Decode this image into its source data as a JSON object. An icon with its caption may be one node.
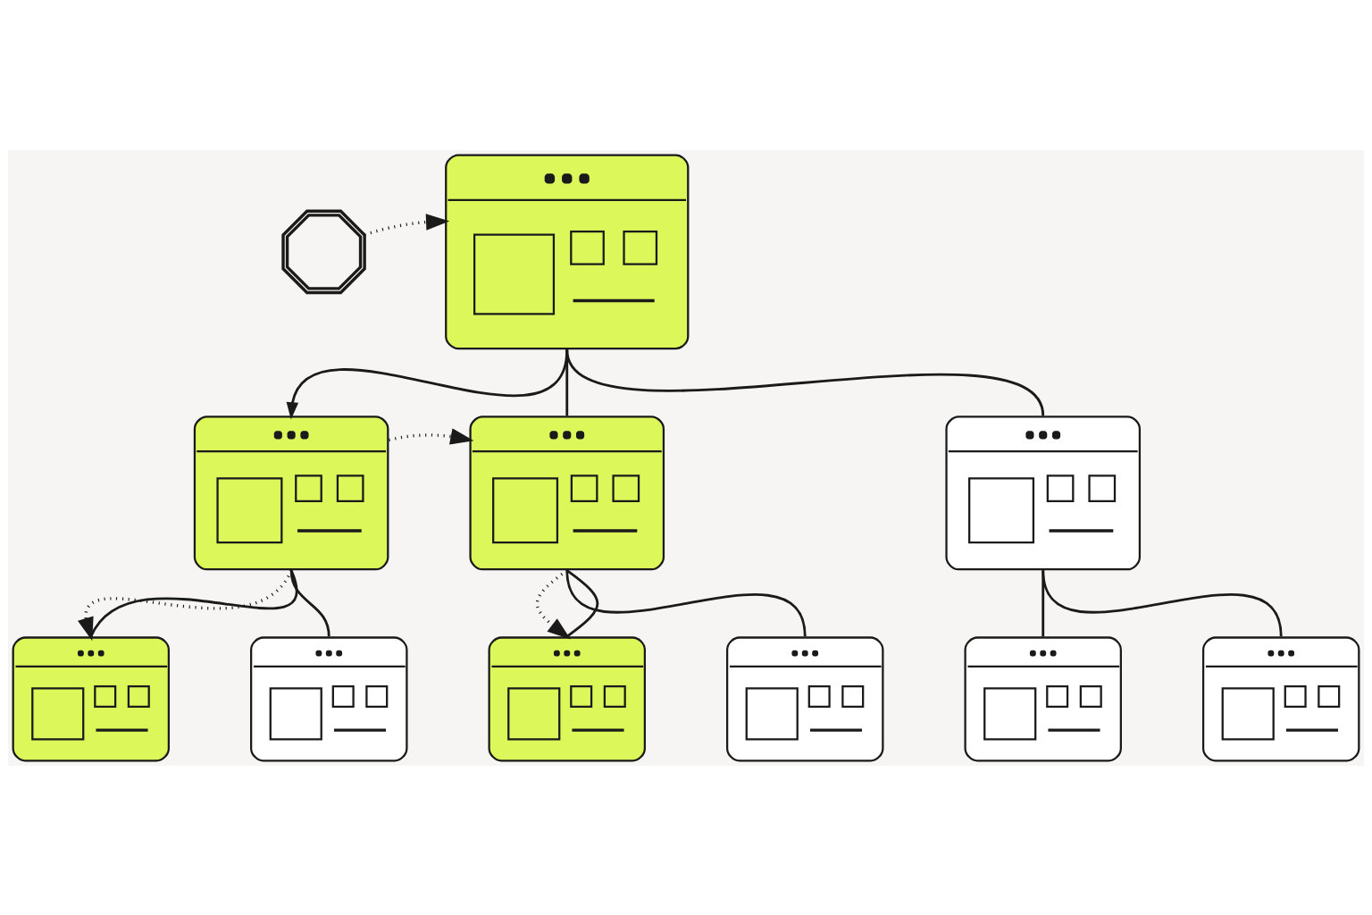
{
  "diagram": {
    "nodes": [
      {
        "text": [],
        "shape": "picture"
      },
      {
        "text": [],
        "shape": "box"
      },
      {
        "text": [],
        "shape": "box"
      },
      {
        "text": [],
        "shape": "box"
      },
      {
        "text": [],
        "shape": "box"
      },
      {
        "text": [],
        "shape": "box"
      },
      {
        "text": [],
        "shape": "box"
      },
      {
        "text": [],
        "shape": "box"
      },
      {
        "text": [],
        "shape": "box"
      },
      {
        "text": [],
        "shape": "box"
      },
      {
        "text": [],
        "shape": "box"
      }
    ],
    "edges": [
      {
        "from": 0,
        "to": 1,
        "arrow": "to",
        "style": "dashed"
      },
      {
        "from": 1,
        "to": 2,
        "arrow": "to"
      },
      {
        "from": 1,
        "to": 3,
        "arrow": "none"
      },
      {
        "from": 1,
        "to": 4,
        "arrow": "none"
      },
      {
        "from": 2,
        "to": 3,
        "arrow": "to",
        "style": "dashed"
      },
      {
        "from": 2,
        "to": 5,
        "arrow": "to",
        "style": "dashed"
      },
      {
        "from": 2,
        "to": 5,
        "arrow": "none"
      },
      {
        "from": 2,
        "to": 6,
        "arrow": "none"
      },
      {
        "from": 3,
        "to": 7,
        "arrow": "to",
        "style": "dashed"
      },
      {
        "from": 3,
        "to": 7,
        "arrow": "none"
      },
      {
        "from": 3,
        "to": 8,
        "arrow": "none"
      },
      {
        "from": 4,
        "to": 9,
        "arrow": "none"
      },
      {
        "from": 4,
        "to": 10,
        "arrow": "none"
      }
    ]
  }
}
